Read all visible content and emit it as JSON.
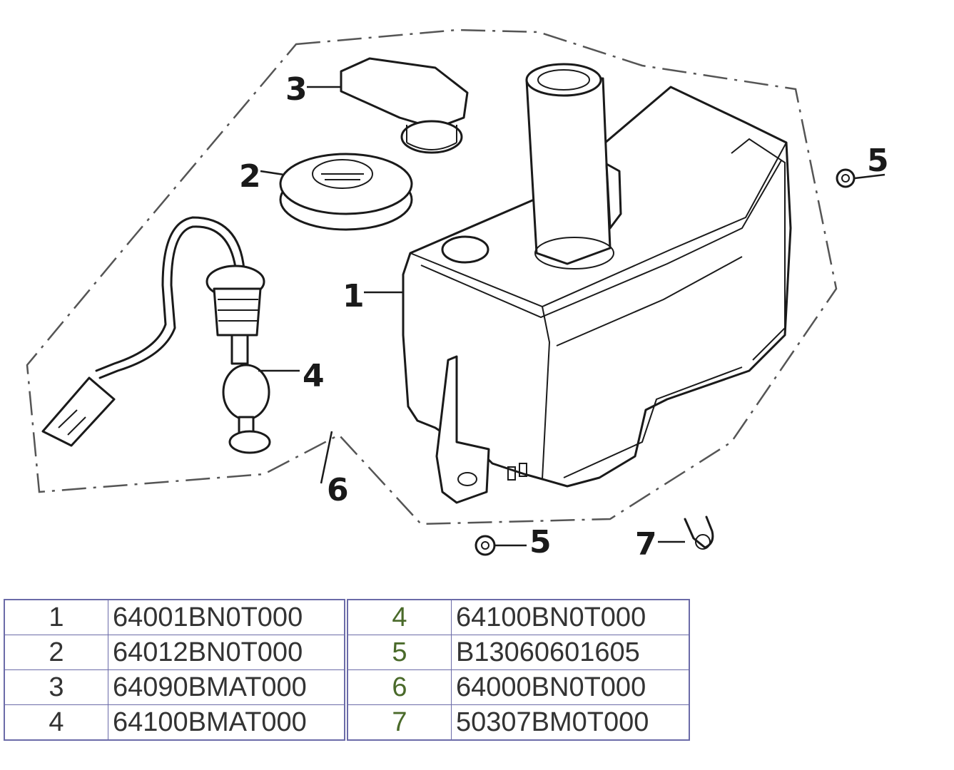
{
  "diagram": {
    "callouts": {
      "c1": "1",
      "c2": "2",
      "c3": "3",
      "c4": "4",
      "c5a": "5",
      "c5b": "5",
      "c6": "6",
      "c7": "7"
    }
  },
  "parts_table": {
    "rows": [
      {
        "left_num": "1",
        "left_part": "64001BN0T000",
        "right_num": "4",
        "right_part": "64100BN0T000"
      },
      {
        "left_num": "2",
        "left_part": "64012BN0T000",
        "right_num": "5",
        "right_part": "B13060601605"
      },
      {
        "left_num": "3",
        "left_part": "64090BMAT000",
        "right_num": "6",
        "right_part": "64000BN0T000"
      },
      {
        "left_num": "4",
        "left_part": "64100BMAT000",
        "right_num": "7",
        "right_part": "50307BM0T000"
      }
    ]
  }
}
